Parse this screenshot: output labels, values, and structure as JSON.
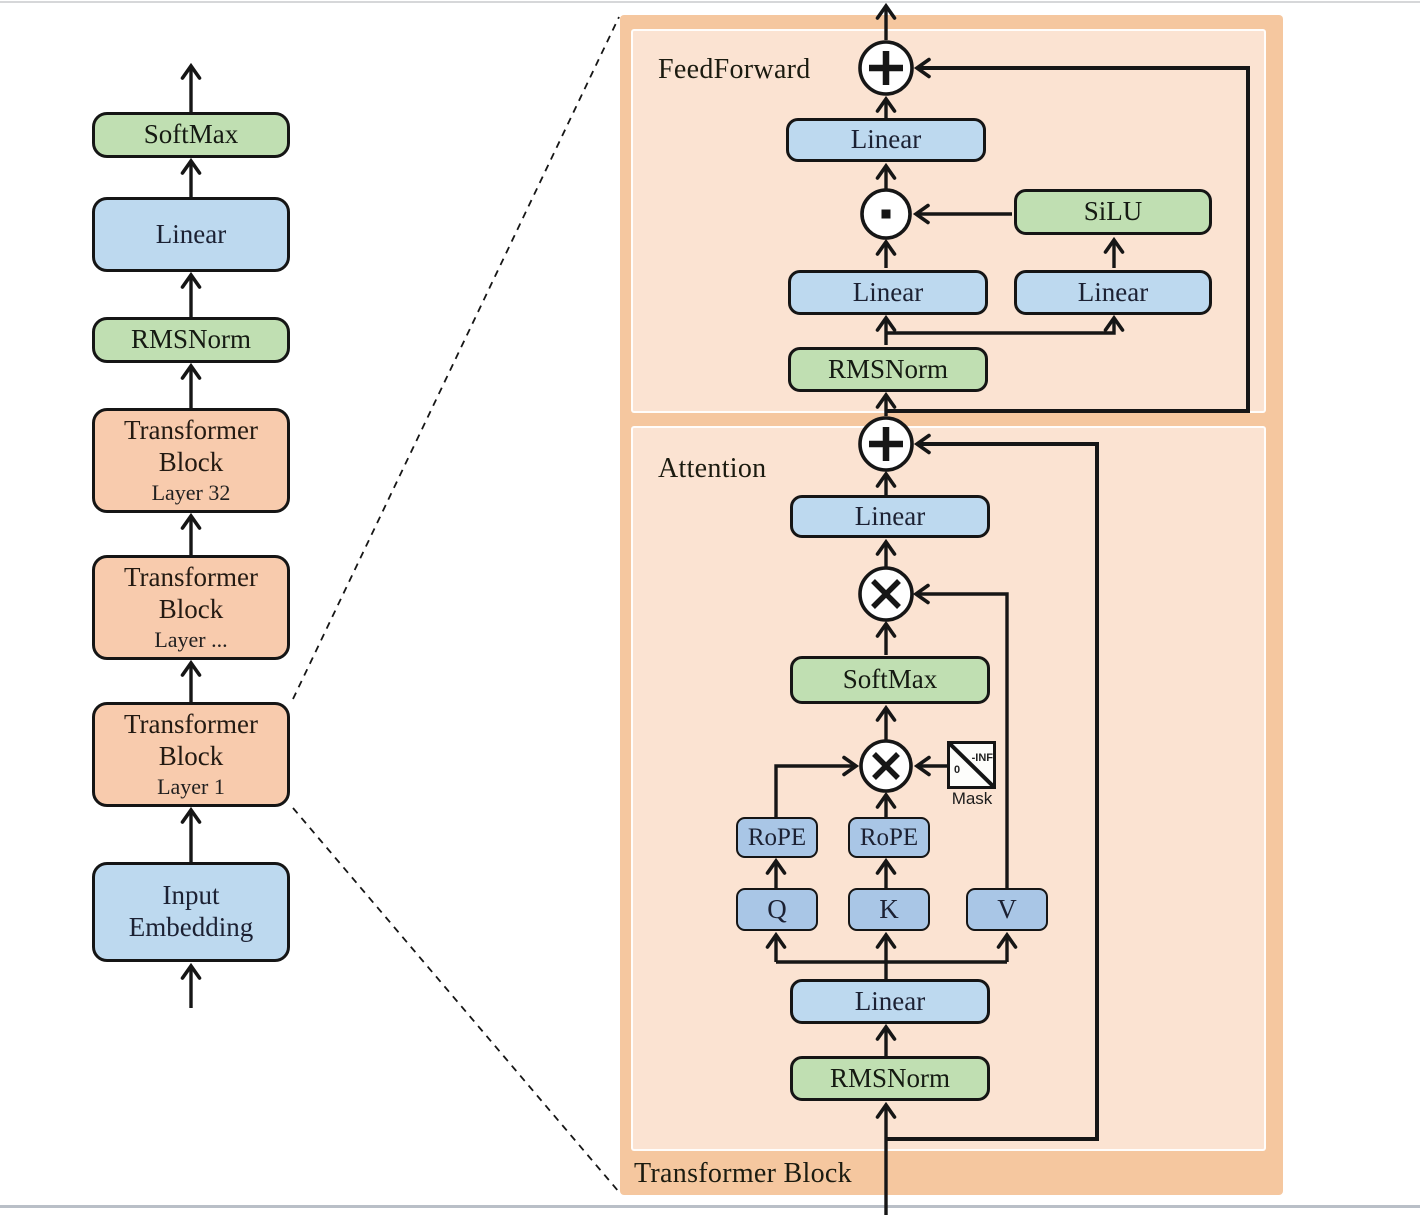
{
  "colors": {
    "background": "#ffffff",
    "box_blue": "#bdd9ef",
    "box_blue_deep": "#a9c6e6",
    "box_green": "#c0dfb2",
    "box_orange": "#f8cbad",
    "panel_outer": "#f5c79f",
    "panel_inner": "#fbe3d2",
    "line": "#161616"
  },
  "left_column": {
    "blocks": [
      {
        "id": "softmax",
        "label": "SoftMax"
      },
      {
        "id": "linear",
        "label": "Linear"
      },
      {
        "id": "rmsnorm",
        "label": "RMSNorm"
      },
      {
        "id": "transformer-block-32",
        "title": "Transformer Block",
        "layer": "Layer 32"
      },
      {
        "id": "transformer-block-mid",
        "title": "Transformer Block",
        "layer": "Layer ..."
      },
      {
        "id": "transformer-block-1",
        "title": "Transformer Block",
        "layer": "Layer 1"
      },
      {
        "id": "input-embedding",
        "label": "Input Embedding"
      }
    ]
  },
  "detail_panel": {
    "title": "Transformer Block",
    "feedforward": {
      "title": "FeedForward",
      "linear_out": "Linear",
      "silu": "SiLU",
      "linear_gate": "Linear",
      "linear_up": "Linear",
      "rmsnorm": "RMSNorm"
    },
    "attention": {
      "title": "Attention",
      "linear_out": "Linear",
      "softmax": "SoftMax",
      "rope_q": "RoPE",
      "rope_k": "RoPE",
      "q": "Q",
      "k": "K",
      "v": "V",
      "linear_in": "Linear",
      "rmsnorm": "RMSNorm",
      "mask": {
        "label": "Mask",
        "top_right": "-INF",
        "bottom_left": "0"
      }
    }
  }
}
